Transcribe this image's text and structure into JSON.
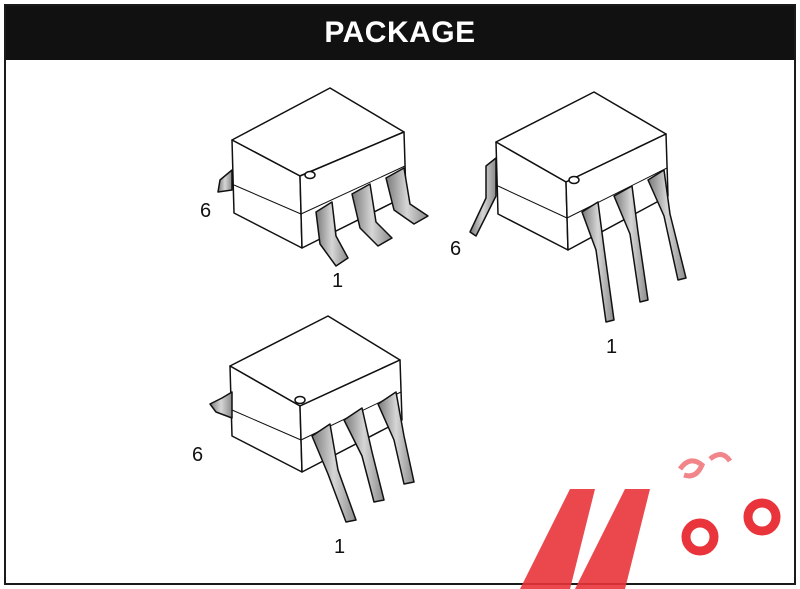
{
  "header": {
    "title": "PACKAGE"
  },
  "packages": [
    {
      "variant": "surface-mount",
      "pin_first": "1",
      "pin_last": "6"
    },
    {
      "variant": "through-hole",
      "pin_first": "1",
      "pin_last": "6"
    },
    {
      "variant": "wide-lead",
      "pin_first": "1",
      "pin_last": "6"
    }
  ],
  "colors": {
    "header_bg": "#111111",
    "header_text": "#ffffff",
    "line": "#111111",
    "lead_fill": "#a9a9a9",
    "watermark": "#e8343a"
  }
}
